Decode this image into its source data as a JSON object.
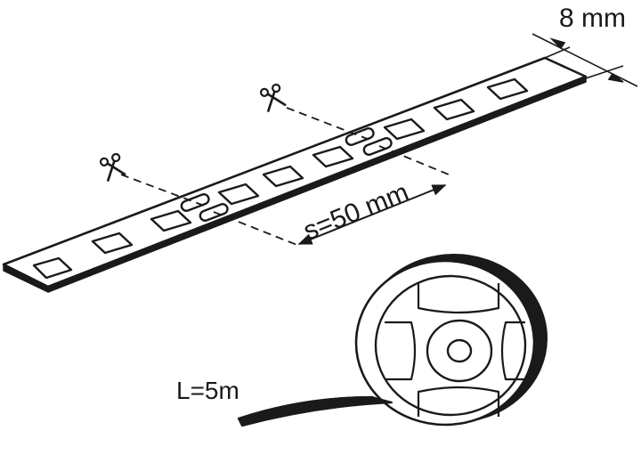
{
  "labels": {
    "width": "8 mm",
    "spacing": "s=50 mm",
    "length": "L=5m"
  },
  "icons": {
    "cut_marker": "scissors-icon"
  },
  "colors": {
    "line": "#1a1a1a",
    "background": "#ffffff"
  }
}
